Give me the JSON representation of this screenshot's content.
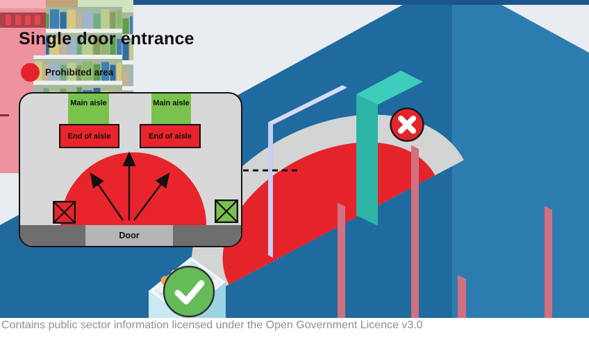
{
  "title": "Single door entrance",
  "legend": {
    "label": "Prohibited area"
  },
  "inset": {
    "main_aisles": [
      "Main aisle",
      "Main aisle"
    ],
    "end_caps": [
      "End of aisle",
      "End of aisle"
    ],
    "door_label": "Door"
  },
  "caption": "Contains public sector information licensed under the Open Government Licence v3.0",
  "icons": {
    "prohibited": "x-icon",
    "allowed": "check-icon"
  },
  "colors": {
    "background": "#e9edf2",
    "top_bar": "#1a568b",
    "wall_left": "#1f6a9e",
    "wall_right": "#2d7cb0",
    "floor_gray": "#d3d4d4",
    "prohibited_red": "#e5232b",
    "inset_bg": "#d8d8d8",
    "inset_green": "#79c24d",
    "inset_red": "#e8242c",
    "door_bar_dark": "#6e6e6e",
    "door_bar_light": "#b5b5b5",
    "door_frame": "#a9aedd",
    "door_glass": "#d4e9f6",
    "fridge_teal": "#2cb5a6",
    "gondola_pink": "#ee929e",
    "back_panel_green": "#cfe3c0",
    "shelf_white": "#eef1ee",
    "freezer_blue": "#c9e9f3",
    "badge_green": "#64bb57",
    "badge_red": "#e2252d",
    "caption_gray": "#8e8e8e",
    "product_palette": [
      "#8cba6a",
      "#5f9e4c",
      "#3f7fb5",
      "#2f6fa0",
      "#d9c87c",
      "#c4b394",
      "#9db6cc",
      "#6fae85",
      "#b9cf8e",
      "#87a05e"
    ]
  }
}
